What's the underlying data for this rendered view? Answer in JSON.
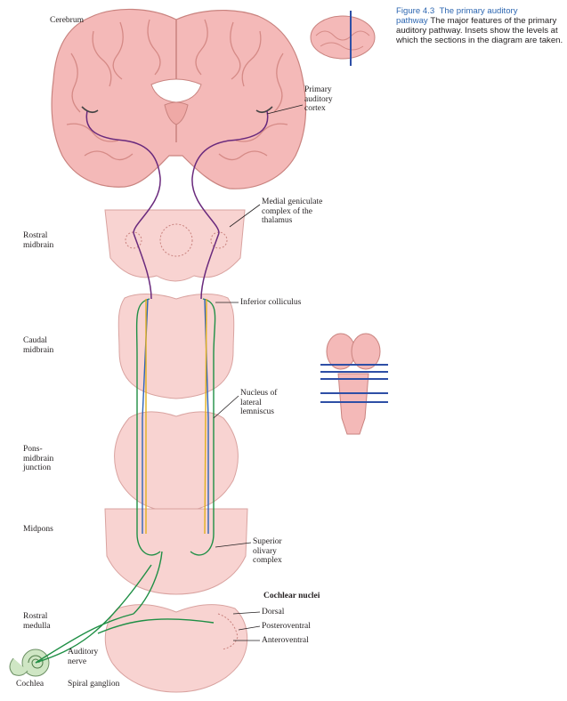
{
  "caption": {
    "figure": "Figure 4.3",
    "title": "The primary auditory pathway",
    "text": "The major features of the primary auditory pathway. Insets show the levels at which the sections in the diagram are taken."
  },
  "labels": {
    "cerebrum": "Cerebrum",
    "primary_auditory_cortex": "Primary\nauditory\ncortex",
    "medial_geniculate": "Medial geniculate\ncomplex of the\nthalamus",
    "rostral_midbrain": "Rostral\nmidbrain",
    "inferior_colliculus": "Inferior colliculus",
    "caudal_midbrain": "Caudal\nmidbrain",
    "nucleus_lateral_lemniscus": "Nucleus of\nlateral\nlemniscus",
    "pons_midbrain_junction": "Pons-\nmidbrain\njunction",
    "midpons": "Midpons",
    "superior_olivary_complex": "Superior\nolivary\ncomplex",
    "cochlear_nuclei": "Cochlear nuclei",
    "dorsal": "Dorsal",
    "posteroventral": "Posteroventral",
    "anteroventral": "Anteroventral",
    "rostral_medulla": "Rostral\nmedulla",
    "auditory_nerve": "Auditory\nnerve",
    "cochlea": "Cochlea",
    "spiral_ganglion": "Spiral ganglion"
  },
  "colors": {
    "tissue": "#f4b9b8",
    "tissue_light": "#f8d3d1",
    "gyri_outline": "#c9837f",
    "ventricle": "#ffffff",
    "purple_pathway": "#6a2a7d",
    "green_pathway": "#1f8f45",
    "blue_pathway": "#2f64b6",
    "yellow_pathway": "#e0b020",
    "inset_line": "#2e4fa6",
    "caption_title": "#2e67b1"
  }
}
